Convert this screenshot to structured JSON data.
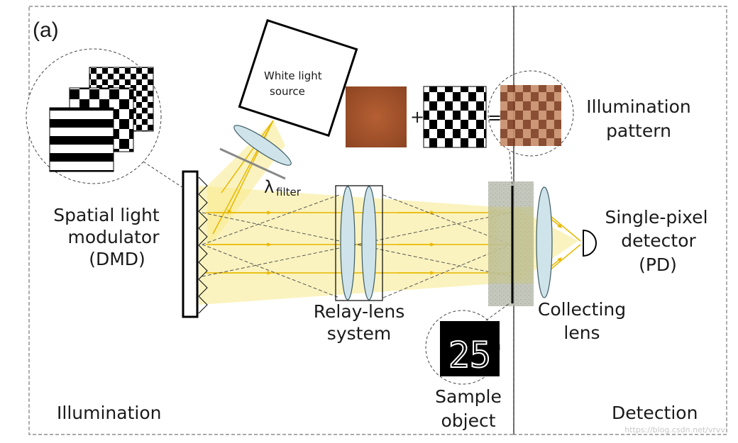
{
  "panel_label": "(a)",
  "sections": {
    "left": "Illumination",
    "right": "Detection"
  },
  "components": {
    "slm": [
      "Spatial light",
      "modulator",
      "(DMD)"
    ],
    "light_source": [
      "White light",
      "source"
    ],
    "filter": {
      "symbol": "λ",
      "subscript": "filter"
    },
    "relay": [
      "Relay-lens",
      "system"
    ],
    "illumination_pattern": [
      "Illumination",
      "pattern"
    ],
    "detector": [
      "Single-pixel",
      "detector",
      "(PD)"
    ],
    "collecting_lens": [
      "Collecting",
      "lens"
    ],
    "sample": [
      "Sample",
      "object"
    ]
  },
  "equation": {
    "plus": "+",
    "equals": "="
  },
  "sample_value": "25",
  "watermark": "https://blog.csdn.net/vrvvi",
  "colors": {
    "beam": "#f7e98a",
    "ray": "#e8b800",
    "lens": "#cfe3ea",
    "brown": "#a5542c"
  }
}
